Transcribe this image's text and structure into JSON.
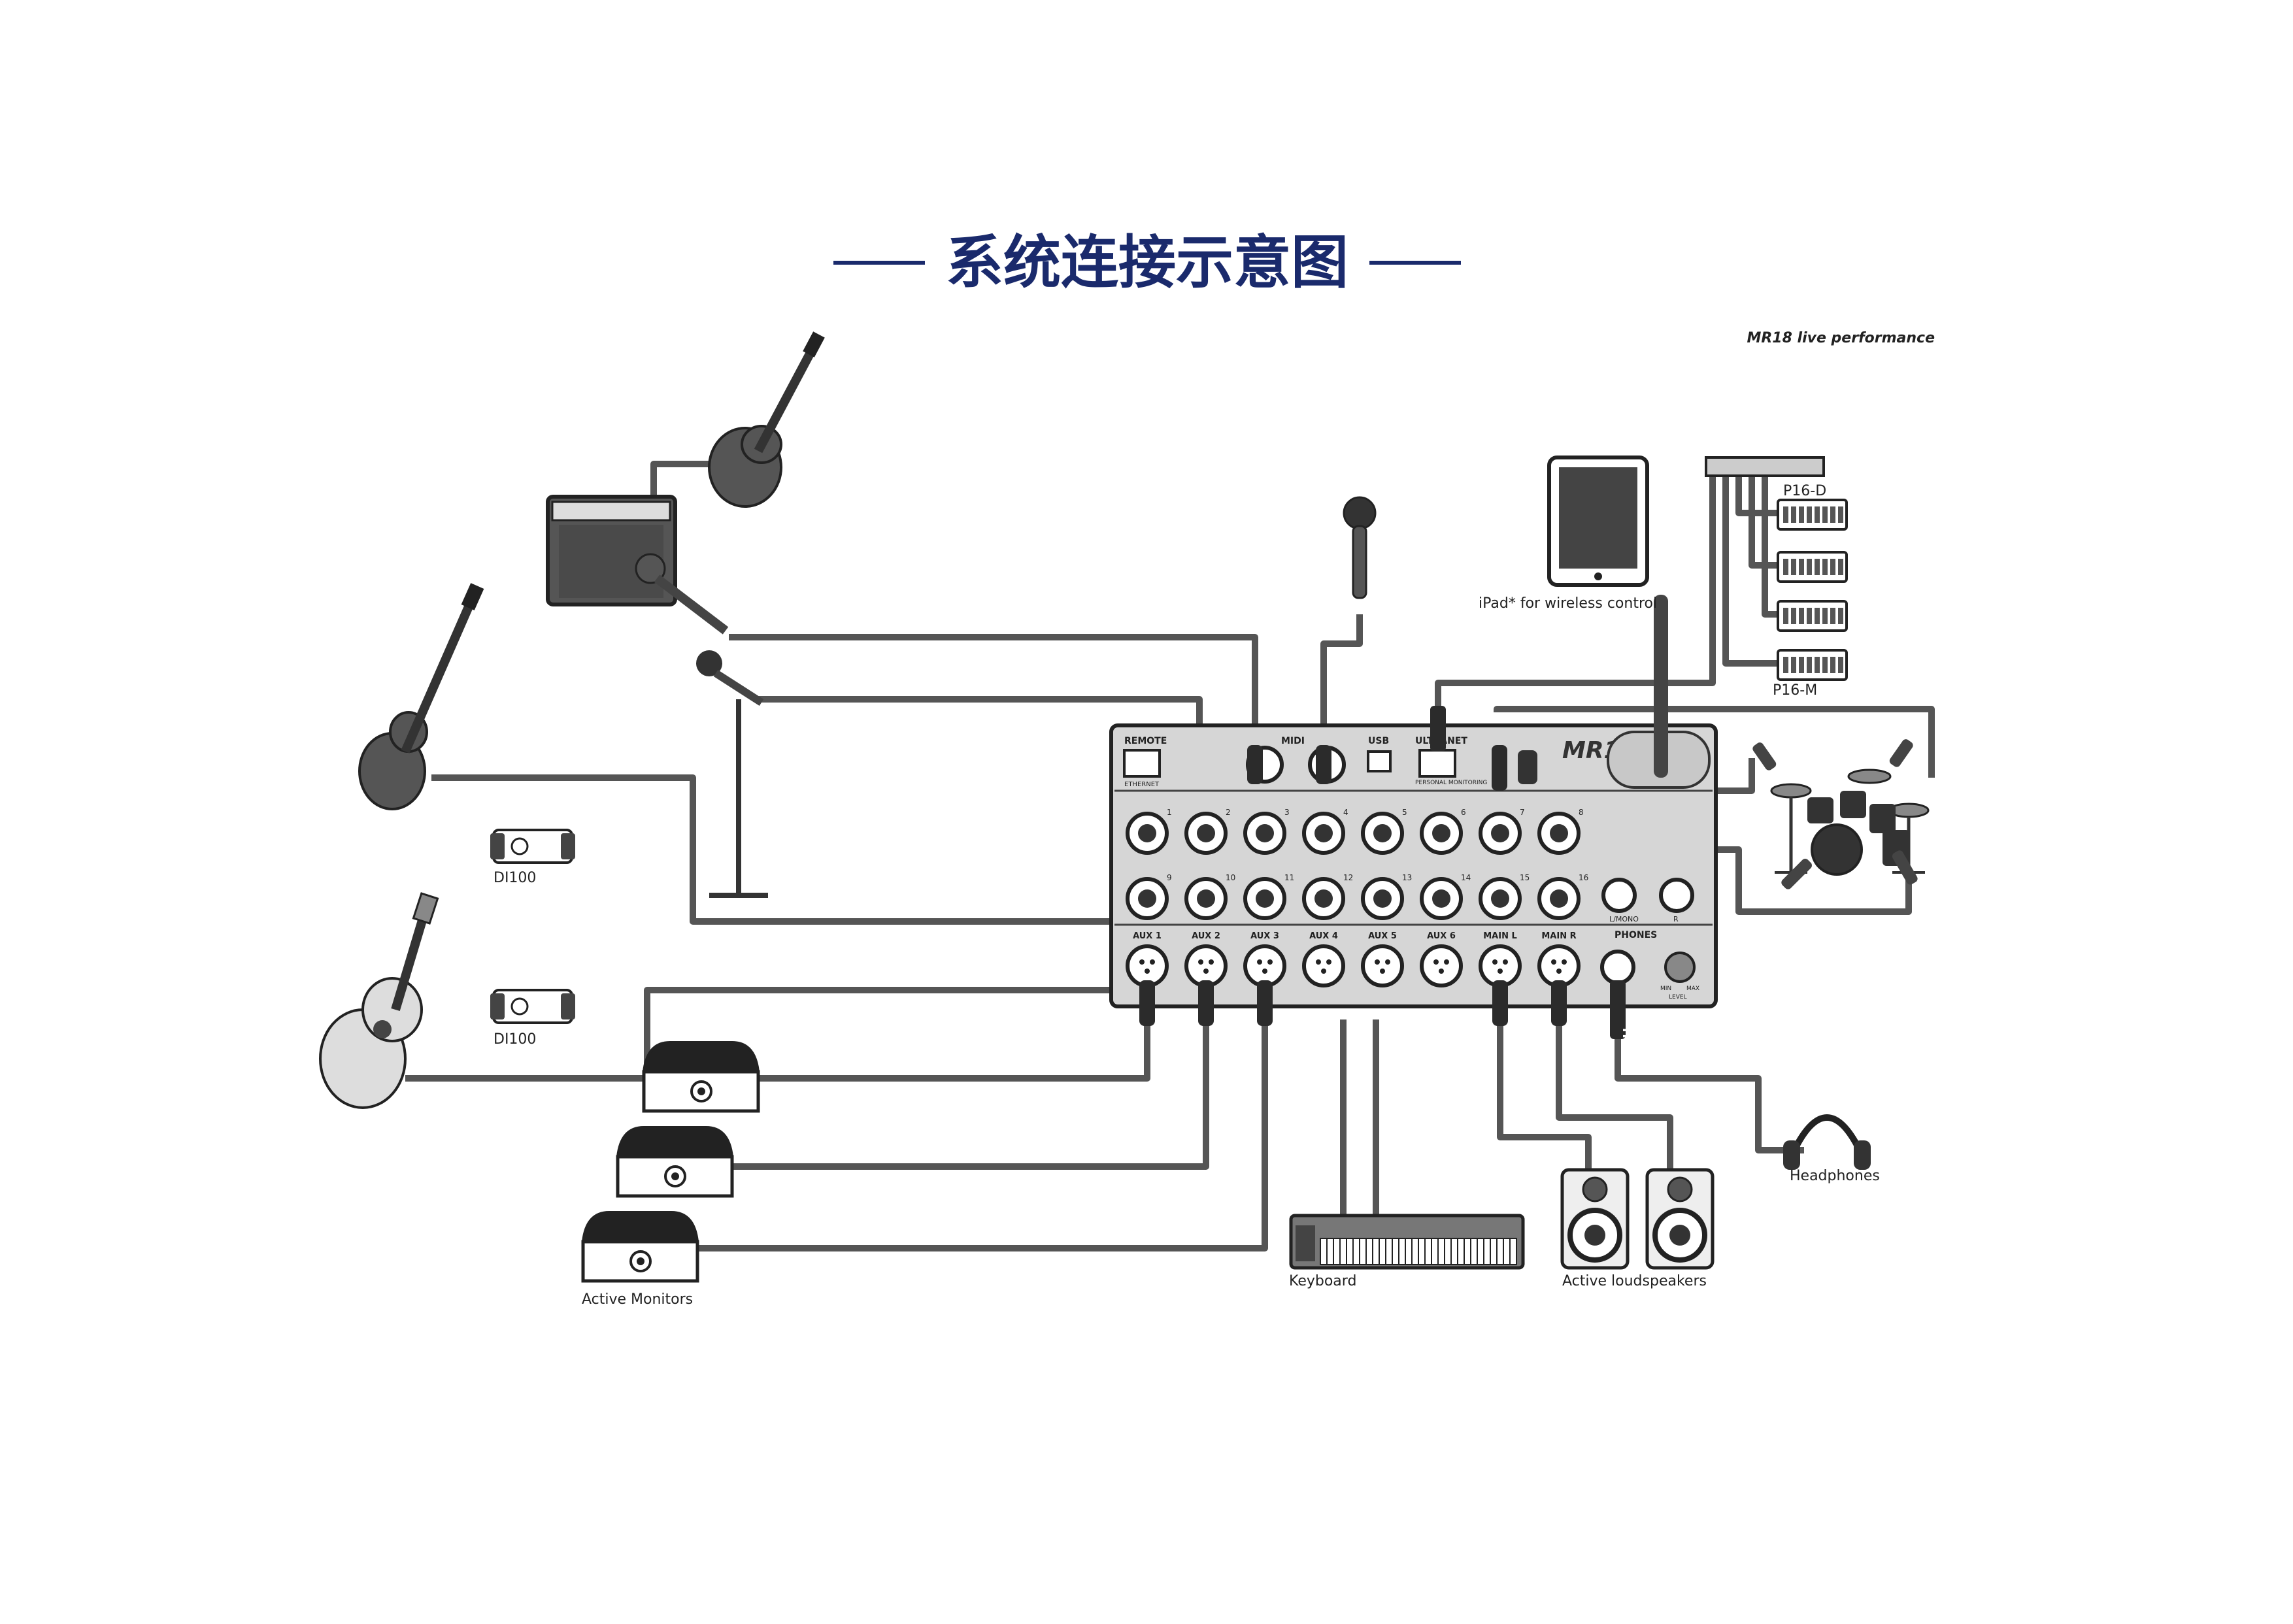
{
  "header": {
    "title": "系统连接示意图",
    "subtitle": "MR18 live performance"
  },
  "mixer": {
    "model": "MR18",
    "remote_label": "REMOTE",
    "ethernet_label": "ETHERNET",
    "midi_label": "MIDI",
    "usb_label": "USB",
    "ultranet_label": "ULTRANET",
    "ultranet_sub": "PERSONAL MONITORING",
    "phones_label": "PHONES",
    "level_min": "MIN",
    "level_max": "MAX",
    "level_label": "LEVEL",
    "mono_label": "L/MONO",
    "r_label": "R",
    "input_row1": [
      "1",
      "2",
      "3",
      "4",
      "5",
      "6",
      "7",
      "8"
    ],
    "input_row2": [
      "9",
      "10",
      "11",
      "12",
      "13",
      "14",
      "15",
      "16"
    ],
    "outputs": [
      "AUX 1",
      "AUX 2",
      "AUX 3",
      "AUX 4",
      "AUX 5",
      "AUX 6",
      "MAIN L",
      "MAIN R"
    ]
  },
  "labels": {
    "ipad": "iPad* for wireless control",
    "p16d": "P16-D",
    "p16m": "P16-M",
    "di100_a": "DI100",
    "di100_b": "DI100",
    "active_monitors": "Active Monitors",
    "keyboard": "Keyboard",
    "active_loudspeakers": "Active loudspeakers",
    "headphones": "Headphones",
    "trs": "TRS"
  },
  "colors": {
    "title": "#1a2a6c",
    "line": "#222222",
    "panel": "#d6d6d6",
    "dark": "#2b2b2b"
  }
}
